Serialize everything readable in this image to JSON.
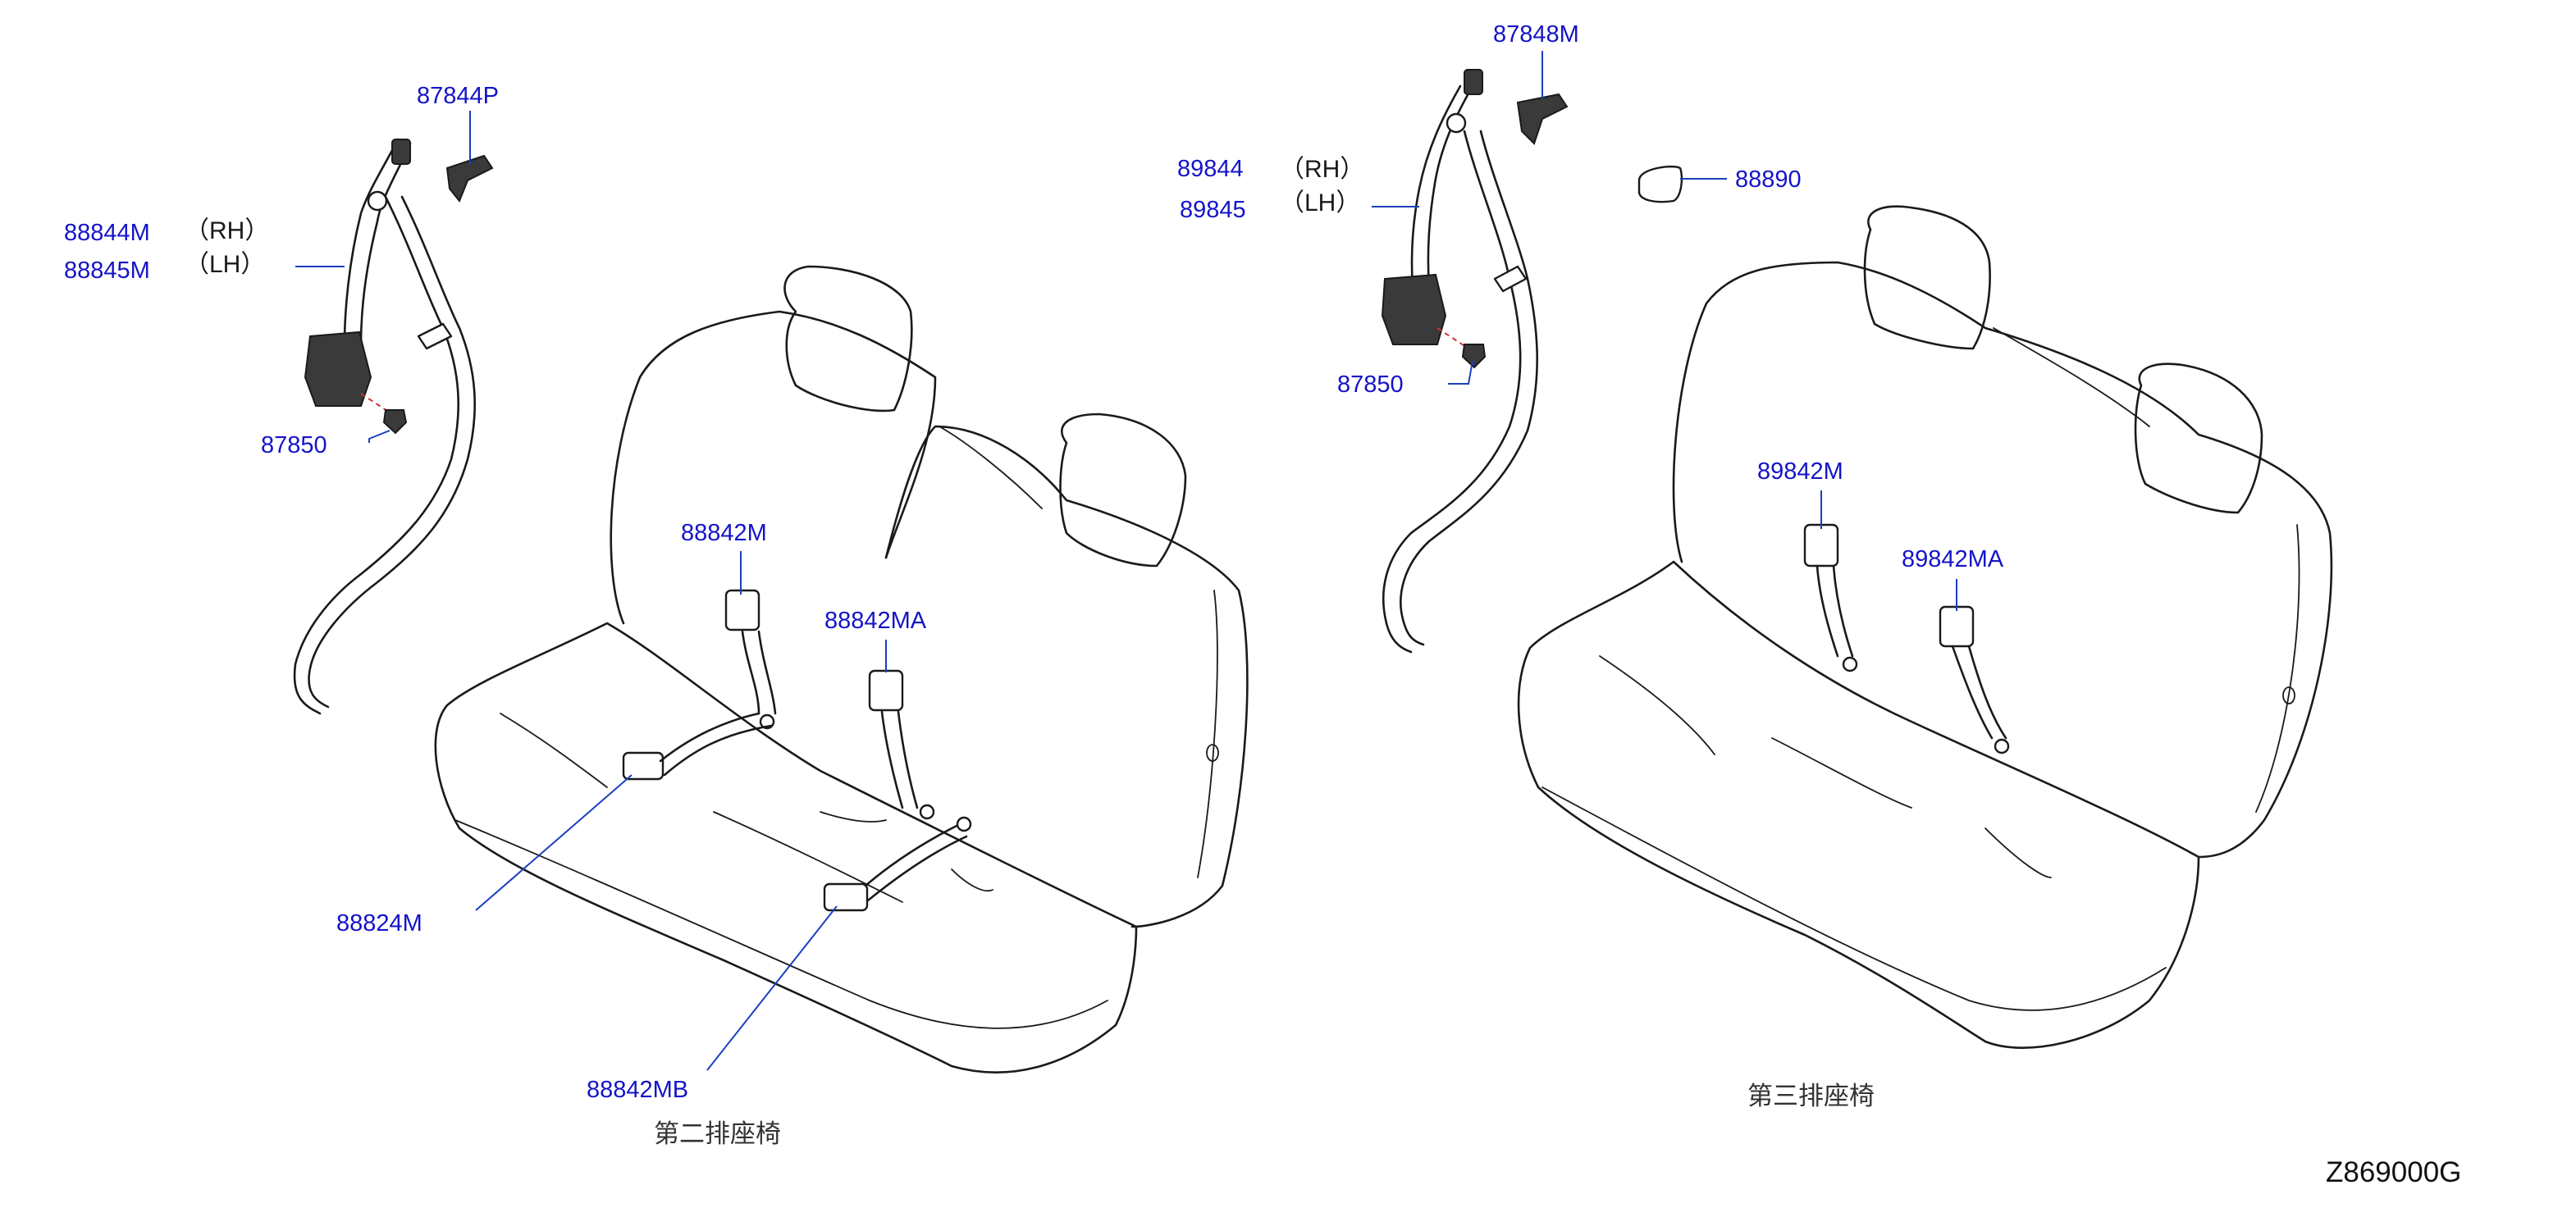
{
  "parts": {
    "p87844P": "87844P",
    "p88844M": "88844M",
    "p88845M": "88845M",
    "p87850_left": "87850",
    "p88842M": "88842M",
    "p88842MA": "88842MA",
    "p88824M": "88824M",
    "p88842MB": "88842MB",
    "p87848M": "87848M",
    "p89844": "89844",
    "p89845": "89845",
    "p88890": "88890",
    "p87850_right": "87850",
    "p89842M": "89842M",
    "p89842MA": "89842MA"
  },
  "sides": {
    "rh": "（RH）",
    "lh": "（LH）"
  },
  "captions": {
    "second_row": "第二排座椅",
    "third_row": "第三排座椅"
  },
  "drawing_code": "Z869000G",
  "colors": {
    "label": "#1414c8",
    "leader": "#1a3fbf",
    "outline": "#1a1a1a"
  }
}
